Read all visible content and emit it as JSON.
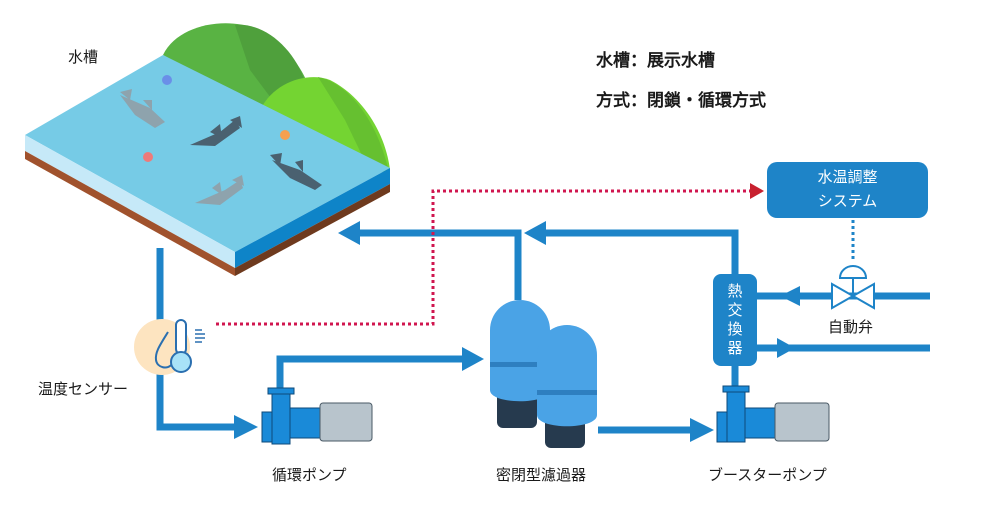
{
  "title_info": {
    "tank_line": "水槽：展示水槽",
    "method_line": "方式：閉鎖・循環方式"
  },
  "labels": {
    "tank": "水槽",
    "temperature_sensor": "温度センサー",
    "circulation_pump": "循環ポンプ",
    "sealed_filter": "密閉型濾過器",
    "booster_pump": "ブースターポンプ",
    "auto_valve": "自動弁",
    "heat_exchanger_chars": [
      "熱",
      "交",
      "換",
      "器"
    ],
    "temp_control_line1": "水温調整",
    "temp_control_line2": "システム"
  },
  "colors": {
    "pipe": "#1e84c8",
    "signal_line": "#d0164f",
    "signal_arrow": "#c8202f",
    "control_box": "#1e84c8",
    "water": "#76cbe6",
    "grass_dark": "#59b343",
    "grass_light": "#74d432",
    "soil": "#a0522d",
    "sensor_bg": "#fde4c0",
    "filter_body": "#4aa3e6",
    "filter_base": "#263a4e",
    "pump_body": "#1a8ad8",
    "motor": "#b8c4cc"
  }
}
